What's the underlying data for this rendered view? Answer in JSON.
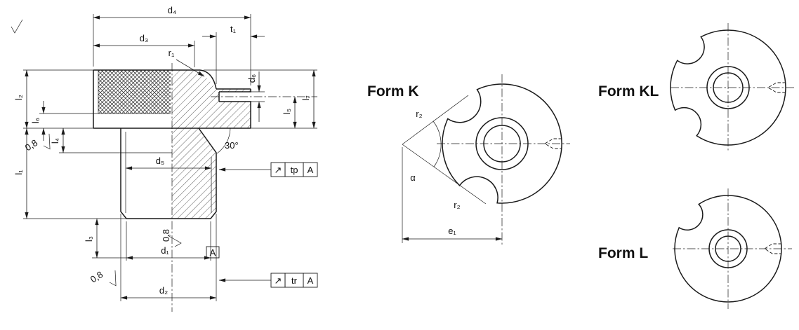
{
  "colors": {
    "ink": "#1a1a1a",
    "background": "#ffffff"
  },
  "sv": {
    "d4": "d₄",
    "d3": "d₃",
    "t1": "t₁",
    "r1": "r₁",
    "d6": "d₆",
    "l1": "l₁",
    "l2": "l₂",
    "l3": "l₃",
    "l4": "l₄",
    "l5": "l₅",
    "l6": "l₆",
    "l7": "l₇",
    "d1": "d₁",
    "d2": "d₂",
    "d5": "d₅",
    "angle30": "30°",
    "rough": "0,8",
    "datum": "A",
    "tp": {
      "icon": "↗",
      "label": "tp",
      "datum": "A"
    },
    "tr": {
      "icon": "↗",
      "label": "tr",
      "datum": "A"
    }
  },
  "forms": {
    "k": {
      "title": "Form K",
      "r2a": "r₂",
      "r2b": "r₂",
      "alpha": "α",
      "e1": "e₁"
    },
    "kl": {
      "title": "Form KL"
    },
    "l": {
      "title": "Form L"
    }
  }
}
